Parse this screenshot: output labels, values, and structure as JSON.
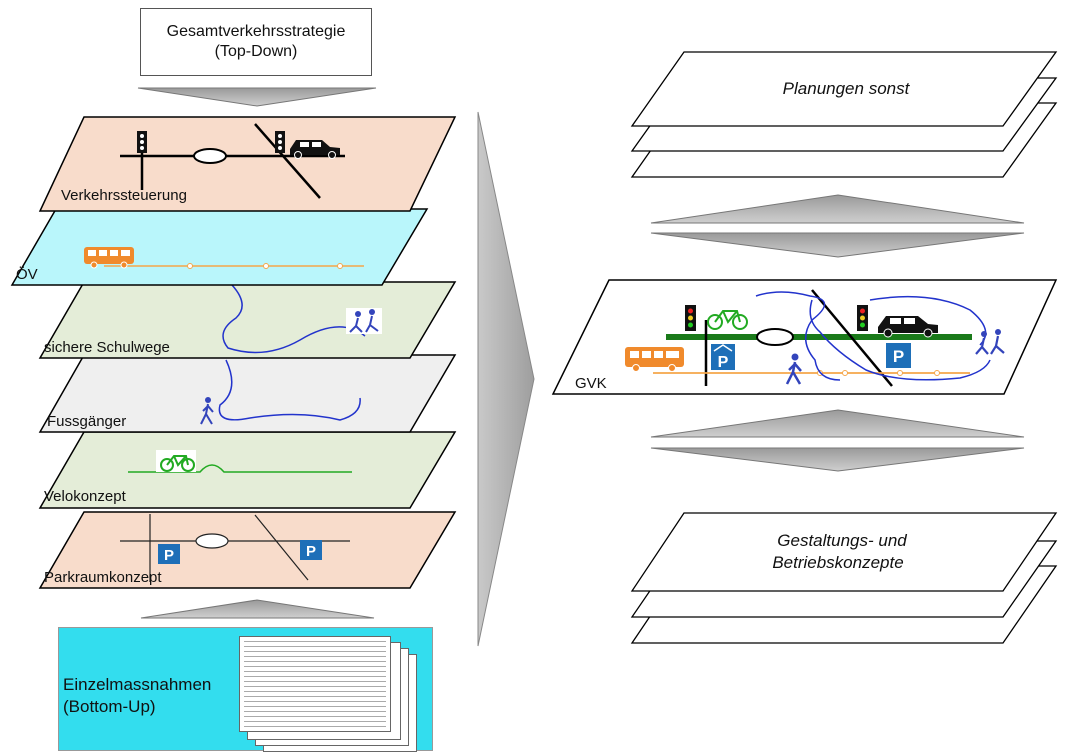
{
  "top_box": {
    "line1": "Gesamtverkehrsstrategie",
    "line2": "(Top-Down)"
  },
  "left_layers": [
    {
      "label": "Verkehrssteuerung",
      "color": "#f8dccb"
    },
    {
      "label": "ÖV",
      "color": "#b9f6fb"
    },
    {
      "label": "sichere Schulwege",
      "color": "#e4edd8"
    },
    {
      "label": "Fussgänger",
      "color": "#efefef"
    },
    {
      "label": "Velokonzept",
      "color": "#e4edd8"
    },
    {
      "label": "Parkraumkonzept",
      "color": "#f8dccb"
    }
  ],
  "bottom_box": {
    "label": "Einzelmassnahmen\n(Bottom-Up)",
    "color": "#33ddee"
  },
  "right": {
    "top_stack_label": "Planungen sonst",
    "middle_label": "GVK",
    "bottom_stack_label_line1": "Gestaltungs- und",
    "bottom_stack_label_line2": "Betriebskonzepte"
  },
  "icons": {
    "parking_sign": "P",
    "colors": {
      "bus": "#f08a2c",
      "bike": "#22aa22",
      "road_green": "#1a7a1a",
      "blue_path": "#2233cc",
      "parking": "#1e6fb8",
      "arrow_gray": "#b3b3b3"
    }
  }
}
